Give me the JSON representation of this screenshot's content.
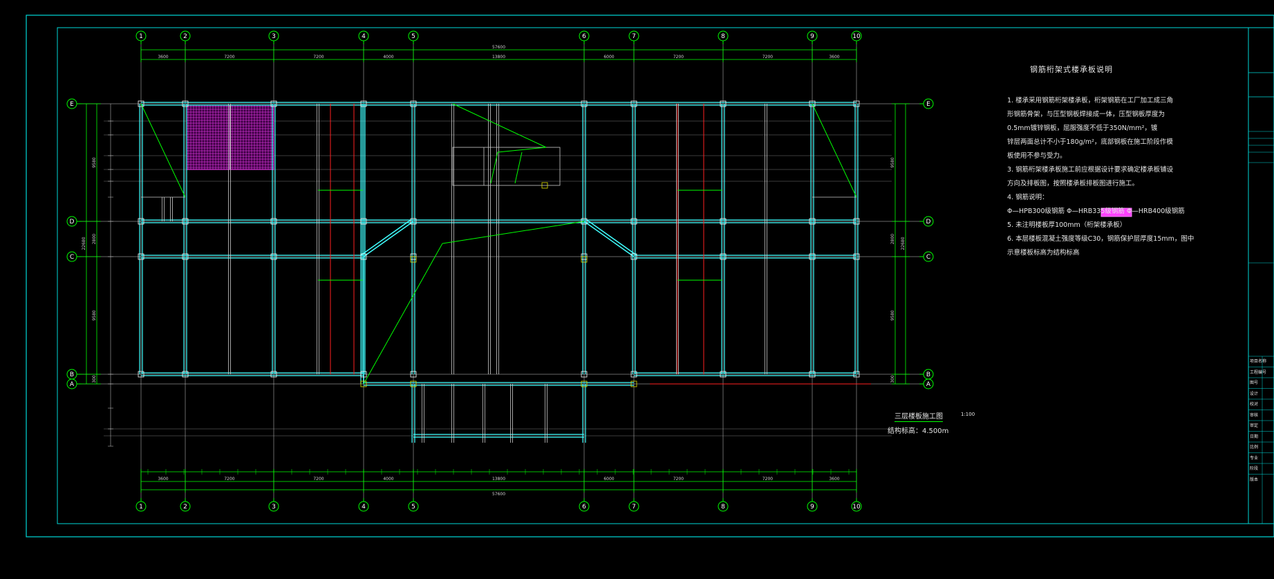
{
  "drawing": {
    "axes_x": [
      "1",
      "2",
      "3",
      "4",
      "5",
      "6",
      "7",
      "8",
      "9",
      "10"
    ],
    "axes_y": [
      "E",
      "D",
      "C",
      "B",
      "A"
    ],
    "overall_length": "57600",
    "top_spans": [
      "3600",
      "7200",
      "7200",
      "4000",
      "13800",
      "6000",
      "7200",
      "7200",
      "3600"
    ],
    "bottom_spans": [
      "3600",
      "7200",
      "7200",
      "4000",
      "13800",
      "6000",
      "7200",
      "7200",
      "3600"
    ],
    "left_overall": "22680",
    "left_spans": [
      "9580",
      "2800",
      "9580",
      "300"
    ],
    "right_overall": "22680",
    "right_spans": [
      "9580",
      "2800",
      "9580",
      "300"
    ],
    "colors": {
      "frame": "#00e0e0",
      "grid_axis": "#00ff00",
      "beam": "#40ffff",
      "partition": "#cccccc",
      "red_line": "#ff2020",
      "hatch": "#ff40ff"
    }
  },
  "notes": {
    "title": "钢筋桁架式楼承板说明",
    "lines": [
      "1. 楼承采用钢筋桁架楼承板，桁架钢筋在工厂加工成三角",
      "   形钢筋骨架，与压型钢板焊接成一体，压型钢板厚度为",
      "   0.5mm镀锌钢板，屈服强度不低于350N/mm²，镀",
      "   锌层两面总计不小于180g/m²，底部钢板在施工阶段作模",
      "   板使用不参与受力。",
      "3. 钢筋桁架楼承板施工前应根据设计要求确定楼承板铺设",
      "   方向及排板图，按照楼承板排板图进行施工。",
      "4. 钢筋说明：",
      "   Φ—HPB300级钢筋  Φ—HRB335级钢筋  Φ—HRB400级钢筋",
      "5. 未注明楼板厚100mm（桁架楼承板）",
      "6. 本层楼板混凝土强度等级C30，钢筋保护层厚度15mm，图中",
      "   示意楼板标高为结构标高"
    ]
  },
  "plan_caption": {
    "name": "三层楼板施工图",
    "scale": "1:100",
    "elevation": "结构标高：4.500m"
  },
  "title_block": {
    "rows": [
      "项目名称",
      "工程编号",
      "图号",
      "设计",
      "校对",
      "审核",
      "审定",
      "日期",
      "比例",
      "专业",
      "阶段",
      "版本"
    ]
  }
}
